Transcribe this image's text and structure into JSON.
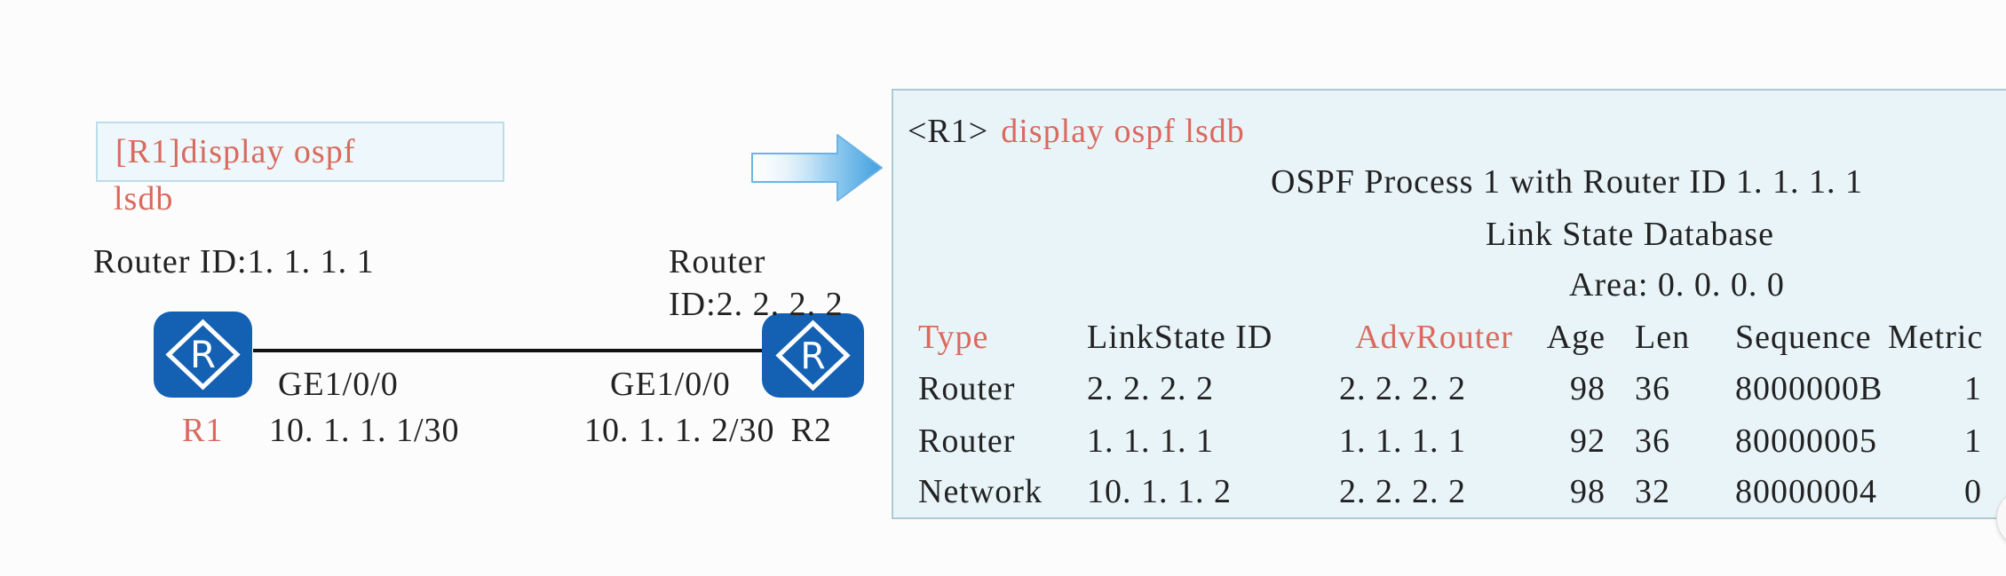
{
  "palette": {
    "accent_red": "#d96a5e",
    "text_black": "#222222",
    "router_blue": "#1460b3",
    "panel_bg": "#e9f4f9",
    "panel_border": "#adc9d4",
    "command_box_bg": "#eef7fb",
    "command_box_border": "#bcdcea",
    "arrow_blue": "#41a0e2",
    "link_line": "#111111"
  },
  "diagram": {
    "command_box": {
      "line1": "[R1]display ospf",
      "line2": "lsdb"
    },
    "router1": {
      "router_id_label": "Router ID:1. 1. 1. 1",
      "name": "R1",
      "interface": "GE1/0/0",
      "ip": "10. 1. 1. 1/30",
      "icon_letter": "R"
    },
    "router2": {
      "router_id_line1": "Router",
      "router_id_line2": "ID:2. 2. 2. 2",
      "name": "R2",
      "interface": "GE1/0/0",
      "ip": "10. 1. 1. 2/30",
      "icon_letter": "R"
    }
  },
  "terminal": {
    "prompt": "<R1>",
    "command": "display ospf lsdb",
    "process_line": "OSPF Process 1 with Router ID 1. 1. 1. 1",
    "database_line": "Link State Database",
    "area_line": "Area: 0. 0. 0. 0",
    "table": {
      "headers": [
        "Type",
        "LinkState ID",
        "AdvRouter",
        "Age",
        "Len",
        "Sequence",
        "Metric"
      ],
      "rows": [
        {
          "type": "Router",
          "linkstate_id": "2. 2. 2. 2",
          "adv_router": "2. 2. 2. 2",
          "age": "98",
          "len": "36",
          "sequence": "8000000B",
          "metric": "1"
        },
        {
          "type": "Router",
          "linkstate_id": "1. 1. 1. 1",
          "adv_router": "1. 1. 1. 1",
          "age": "92",
          "len": "36",
          "sequence": "80000005",
          "metric": "1"
        },
        {
          "type": "Network",
          "linkstate_id": "10. 1. 1. 2",
          "adv_router": "2. 2. 2. 2",
          "age": "98",
          "len": "32",
          "sequence": "80000004",
          "metric": "0"
        }
      ]
    }
  }
}
